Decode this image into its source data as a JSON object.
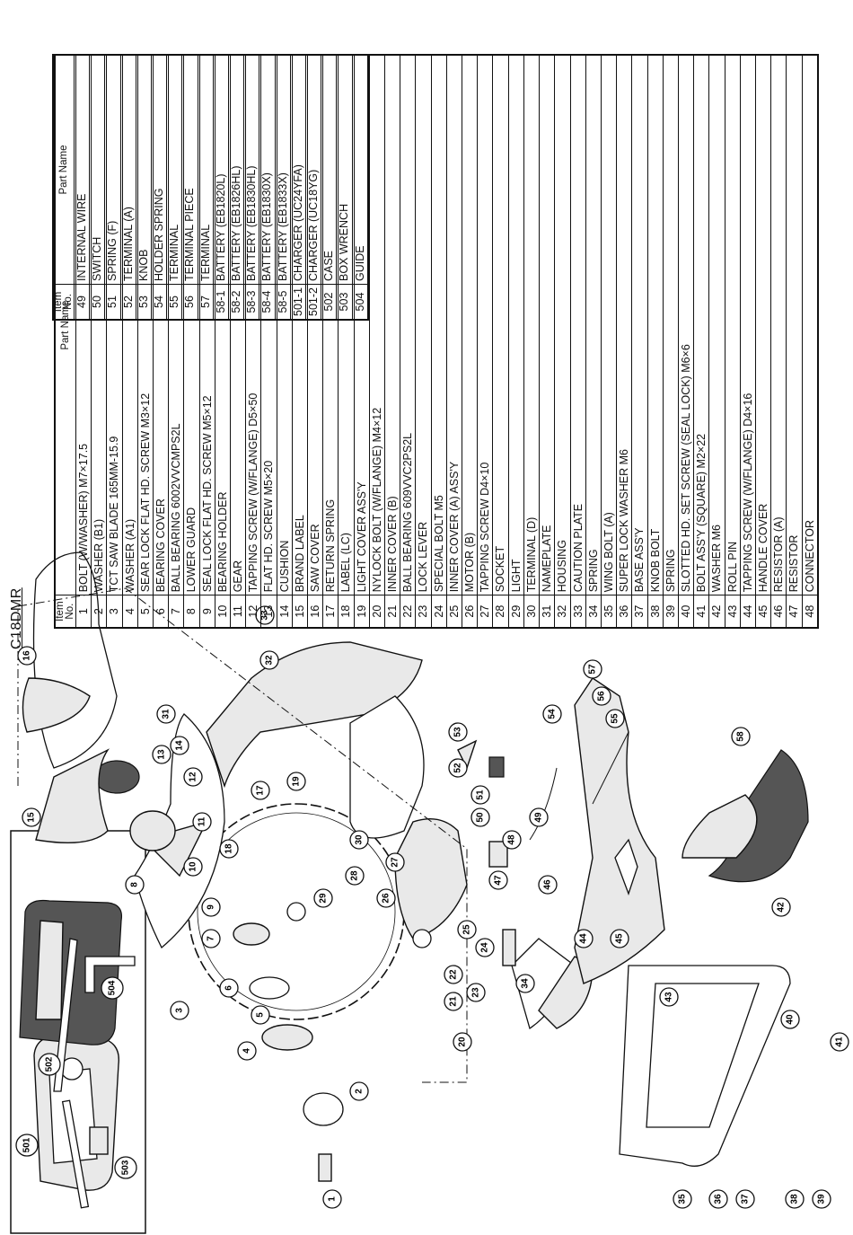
{
  "model": "C18DMR",
  "table_headers": {
    "item_no": "Item\nNo.",
    "part_name": "Part Name"
  },
  "parts_left": [
    {
      "no": "1",
      "name": "BOLT (W/WASHER) M7×17.5"
    },
    {
      "no": "2",
      "name": "WASHER (B1)"
    },
    {
      "no": "3",
      "name": "TCT SAW BLADE 165MM-15.9"
    },
    {
      "no": "4",
      "name": "WASHER (A1)"
    },
    {
      "no": "5",
      "name": "SEAR LOCK FLAT HD. SCREW M3×12"
    },
    {
      "no": "6",
      "name": "BEARING COVER"
    },
    {
      "no": "7",
      "name": "BALL BEARING 6002VVCMPS2L"
    },
    {
      "no": "8",
      "name": "LOWER GUARD"
    },
    {
      "no": "9",
      "name": "SEAL LOCK FLAT HD. SCREW M5×12"
    },
    {
      "no": "10",
      "name": "BEARING HOLDER"
    },
    {
      "no": "11",
      "name": "GEAR"
    },
    {
      "no": "12",
      "name": "TAPPING SCREW (W/FLANGE) D5×50"
    },
    {
      "no": "13",
      "name": "FLAT HD. SCREW M5×20"
    },
    {
      "no": "14",
      "name": "CUSHION"
    },
    {
      "no": "15",
      "name": "BRAND LABEL"
    },
    {
      "no": "16",
      "name": "SAW COVER"
    },
    {
      "no": "17",
      "name": "RETURN SPRING"
    },
    {
      "no": "18",
      "name": "LABEL (LC)"
    },
    {
      "no": "19",
      "name": "LIGHT COVER ASS'Y"
    },
    {
      "no": "20",
      "name": "NYLOCK BOLT (W/FLANGE) M4×12"
    },
    {
      "no": "21",
      "name": "INNER COVER (B)"
    },
    {
      "no": "22",
      "name": "BALL BEARING 609VVC2PS2L"
    },
    {
      "no": "23",
      "name": "LOCK LEVER"
    },
    {
      "no": "24",
      "name": "SPECIAL BOLT M5"
    },
    {
      "no": "25",
      "name": "INNER COVER (A) ASS'Y"
    },
    {
      "no": "26",
      "name": "MOTOR (B)"
    },
    {
      "no": "27",
      "name": "TAPPING SCREW D4×10"
    },
    {
      "no": "28",
      "name": "SOCKET"
    },
    {
      "no": "29",
      "name": "LIGHT"
    },
    {
      "no": "30",
      "name": "TERMINAL (D)"
    },
    {
      "no": "31",
      "name": "NAMEPLATE"
    },
    {
      "no": "32",
      "name": "HOUSING"
    },
    {
      "no": "33",
      "name": "CAUTION PLATE"
    },
    {
      "no": "34",
      "name": "SPRING"
    },
    {
      "no": "35",
      "name": "WING BOLT (A)"
    },
    {
      "no": "36",
      "name": "SUPER LOCK WASHER M6"
    },
    {
      "no": "37",
      "name": "BASE ASS'Y"
    },
    {
      "no": "38",
      "name": "KNOB BOLT"
    },
    {
      "no": "39",
      "name": "SPRING"
    },
    {
      "no": "40",
      "name": "SLOTTED HD. SET SCREW (SEAL LOCK) M6×6"
    },
    {
      "no": "41",
      "name": "BOLT ASS'Y (SQUARE) M2×22"
    },
    {
      "no": "42",
      "name": "WASHER M6"
    },
    {
      "no": "43",
      "name": "ROLL PIN"
    },
    {
      "no": "44",
      "name": "TAPPING SCREW (W/FLANGE) D4×16"
    },
    {
      "no": "45",
      "name": "HANDLE COVER"
    },
    {
      "no": "46",
      "name": "RESISTOR (A)"
    },
    {
      "no": "47",
      "name": "RESISTOR"
    },
    {
      "no": "48",
      "name": "CONNECTOR"
    }
  ],
  "parts_right": [
    {
      "no": "49",
      "name": "INTERNAL WIRE"
    },
    {
      "no": "50",
      "name": "SWITCH"
    },
    {
      "no": "51",
      "name": "SPRING (F)"
    },
    {
      "no": "52",
      "name": "TERMINAL (A)"
    },
    {
      "no": "53",
      "name": "KNOB"
    },
    {
      "no": "54",
      "name": "HOLDER SPRING"
    },
    {
      "no": "55",
      "name": "TERMINAL"
    },
    {
      "no": "56",
      "name": "TERMINAL PIECE"
    },
    {
      "no": "57",
      "name": "TERMINAL"
    },
    {
      "no": "58-1",
      "name": "BATTERY (EB1820L)"
    },
    {
      "no": "58-2",
      "name": "BATTERY (EB1826HL)"
    },
    {
      "no": "58-3",
      "name": "BATTERY (EB1830HL)"
    },
    {
      "no": "58-4",
      "name": "BATTERY (EB1830X)"
    },
    {
      "no": "58-5",
      "name": "BATTERY (EB1833X)"
    },
    {
      "no": "501-1",
      "name": "CHARGER (UC24YFA)"
    },
    {
      "no": "501-2",
      "name": "CHARGER (UC18YG)"
    },
    {
      "no": "502",
      "name": "CASE"
    },
    {
      "no": "503",
      "name": "BOX WRENCH"
    },
    {
      "no": "504",
      "name": "GUIDE"
    }
  ],
  "callouts": [
    "1",
    "2",
    "3",
    "4",
    "5",
    "6",
    "7",
    "8",
    "9",
    "10",
    "11",
    "12",
    "13",
    "14",
    "15",
    "16",
    "17",
    "18",
    "19",
    "20",
    "21",
    "22",
    "23",
    "24",
    "25",
    "26",
    "27",
    "28",
    "29",
    "30",
    "31",
    "32",
    "33",
    "34",
    "35",
    "36",
    "37",
    "38",
    "39",
    "40",
    "41",
    "42",
    "43",
    "44",
    "45",
    "46",
    "47",
    "48",
    "49",
    "50",
    "51",
    "52",
    "53",
    "54",
    "55",
    "56",
    "57",
    "58",
    "501",
    "502",
    "503",
    "504"
  ]
}
